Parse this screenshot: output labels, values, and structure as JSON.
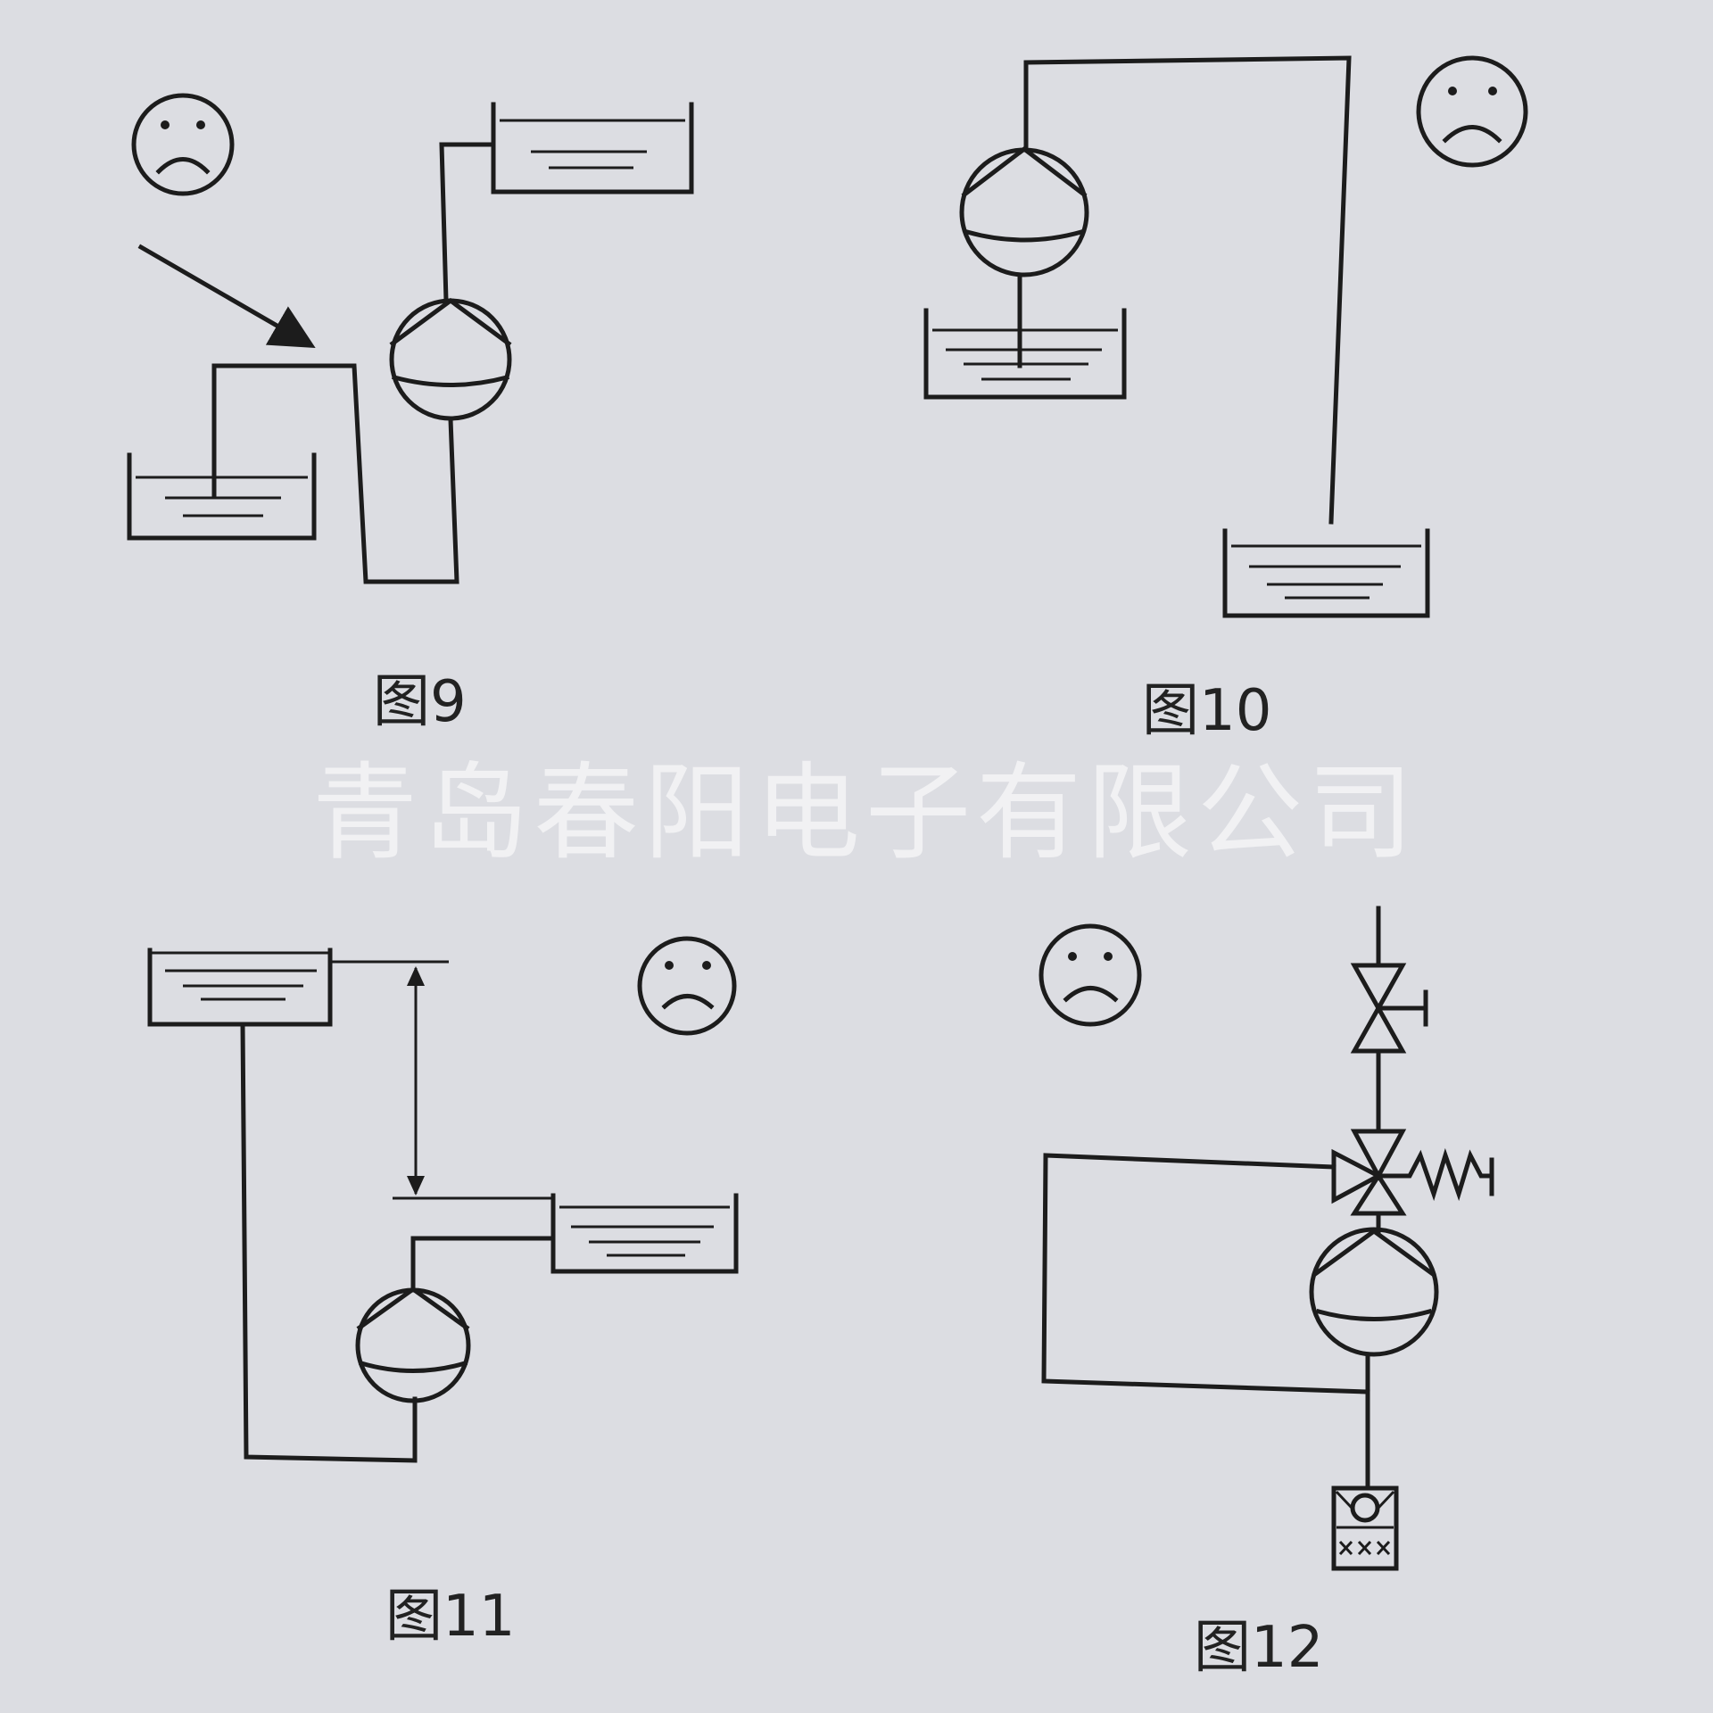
{
  "figures": [
    {
      "id": "fig9",
      "caption": "图9",
      "mood": "frown"
    },
    {
      "id": "fig10",
      "caption": "图10",
      "mood": "frown"
    },
    {
      "id": "fig11",
      "caption": "图11",
      "mood": "frown"
    },
    {
      "id": "fig12",
      "caption": "图12",
      "mood": "frown"
    }
  ],
  "watermark": "青岛春阳电子有限公司",
  "colors": {
    "background": "#dcdde2",
    "ink": "#1c1c1c",
    "watermark": "#ffffff"
  }
}
